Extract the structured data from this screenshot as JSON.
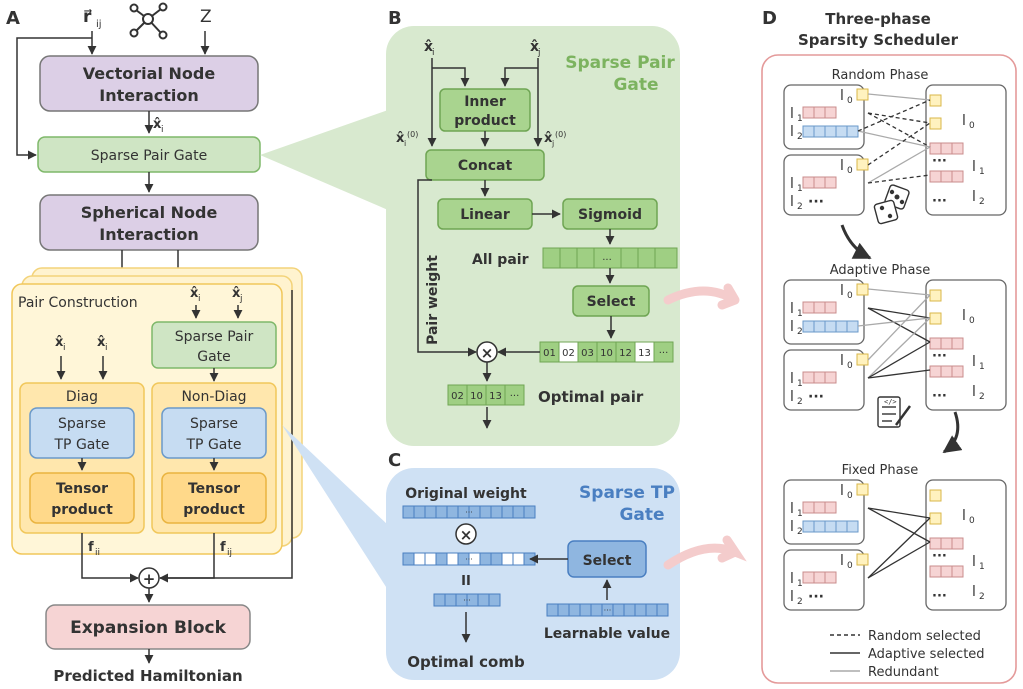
{
  "panels": {
    "a": "A",
    "b": "B",
    "c": "C",
    "d": "D"
  },
  "panel_a": {
    "input_r": "r⃗",
    "input_r_sub": "ij",
    "input_z": "Z",
    "vectorial": [
      "Vectorial Node",
      "Interaction"
    ],
    "xi_hat": "x̂",
    "xi_sub": "i",
    "xj_sub": "j",
    "sparse_pair_gate": "Sparse Pair Gate",
    "spherical": [
      "Spherical Node",
      "Interaction"
    ],
    "pair_construction": "Pair Construction",
    "spg_inner": [
      "Sparse Pair",
      "Gate"
    ],
    "diag": "Diag",
    "non_diag": "Non-Diag",
    "tp_gate": [
      "Sparse",
      "TP Gate"
    ],
    "tensor": [
      "Tensor",
      "product"
    ],
    "f": "f",
    "f_ii": "ii",
    "f_ij": "ij",
    "plus": "+",
    "expansion": "Expansion Block",
    "output": "Predicted Hamiltonian"
  },
  "panel_b": {
    "title": [
      "Sparse Pair",
      "Gate"
    ],
    "inner": [
      "Inner",
      "product"
    ],
    "sup0": "(0)",
    "concat": "Concat",
    "linear": "Linear",
    "sigmoid": "Sigmoid",
    "pair_weight": "Pair weight",
    "all_pair": "All pair",
    "dots": "···",
    "select": "Select",
    "selected_vec": [
      "01",
      "02",
      "03",
      "10",
      "12",
      "13",
      "···"
    ],
    "times": "×",
    "optimal_vec": [
      "02",
      "10",
      "13",
      "···"
    ],
    "optimal_pair": "Optimal pair"
  },
  "panel_c": {
    "title": [
      "Sparse TP",
      "Gate"
    ],
    "original_weight": "Original weight",
    "times": "×",
    "equals": "II",
    "select": "Select",
    "learnable": "Learnable value",
    "optimal_comb": "Optimal comb"
  },
  "panel_d": {
    "title": [
      "Three-phase",
      "Sparsity Scheduler"
    ],
    "phases": [
      "Random Phase",
      "Adaptive Phase",
      "Fixed Phase"
    ],
    "l": "l",
    "subs": [
      "0",
      "1",
      "2"
    ],
    "dots": "···",
    "legend": [
      "Random selected",
      "Adaptive selected",
      "Redundant"
    ]
  },
  "colors": {
    "purple": "#dccfe6",
    "green": "#cfe5c4",
    "green_dark": "#7fb86a",
    "green_bg": "#d8e9cf",
    "blue": "#c6dcf2",
    "blue_dark": "#6a99c9",
    "blue_bg": "#cfe1f4",
    "yellow": "#fff2cc",
    "yellow_dark": "#f1c75a",
    "orange": "#ffe3a3",
    "pink": "#f6d4d4",
    "red_border": "#e49a9a",
    "title_green": "#7cb35f",
    "title_blue": "#4a7fc1"
  }
}
